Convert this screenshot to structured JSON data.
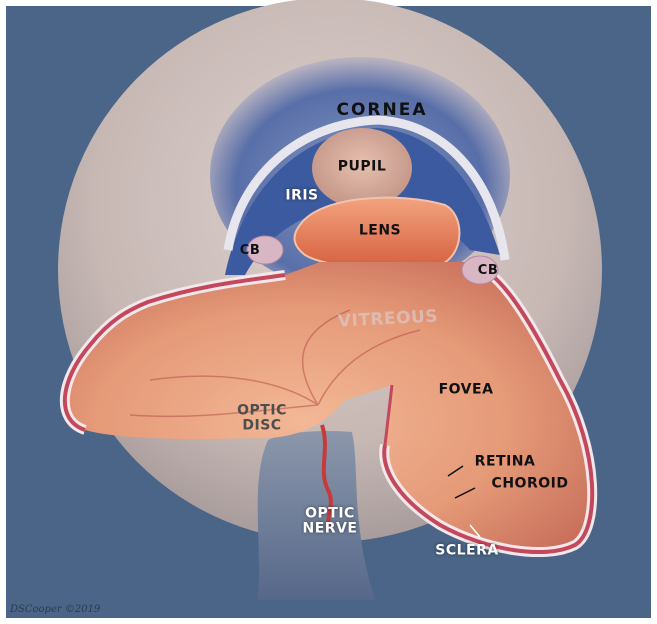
{
  "labels": {
    "cornea": "CORNEA",
    "pupil": "PUPIL",
    "iris": "IRIS",
    "lens": "LENS",
    "cb_left": "CB",
    "cb_right": "CB",
    "vitreous": "VITREOUS",
    "fovea": "FOVEA",
    "optic_disc_line1": "OPTIC",
    "optic_disc_line2": "DISC",
    "retina": "RETINA",
    "choroid": "CHOROID",
    "optic_nerve_line1": "OPTIC",
    "optic_nerve_line2": "NERVE",
    "sclera": "SCLERA"
  },
  "signature": "DSCooper ©2019",
  "colors": {
    "background": "#4a6587",
    "sclera_sphere": "#ccbcb8",
    "iris_blue": "#4a63a6",
    "cornea": "#e4e2ea",
    "lens": "#e27650",
    "vitreous_cavity": "#e9a07a",
    "retina_layer": "#c4485c",
    "optic_nerve": "#7e8aa0"
  }
}
